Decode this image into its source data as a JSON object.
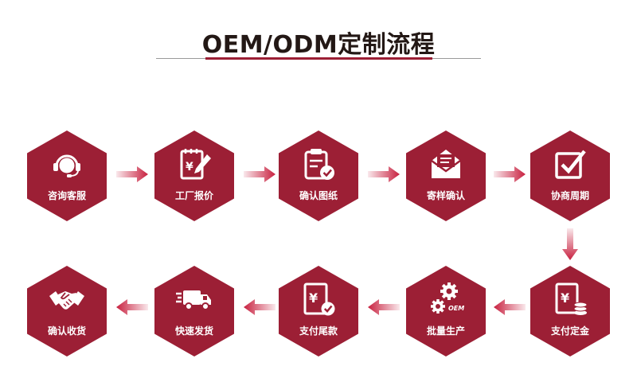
{
  "title": "OEM/ODM定制流程",
  "colors": {
    "hex": "#9c1f35",
    "arrow": "#c8203f",
    "title": "#231815"
  },
  "steps": [
    {
      "label": "咨询客服",
      "icon": "headset-agent-icon"
    },
    {
      "label": "工厂报价",
      "icon": "price-quote-pencil-icon"
    },
    {
      "label": "确认图纸",
      "icon": "clipboard-check-icon"
    },
    {
      "label": "寄样确认",
      "icon": "envelope-icon"
    },
    {
      "label": "协商周期",
      "icon": "checkbox-icon"
    },
    {
      "label": "支付定金",
      "icon": "yen-bill-coins-icon"
    },
    {
      "label": "批量生产",
      "icon": "gears-oem-icon",
      "icon_text": "OEM"
    },
    {
      "label": "支付尾款",
      "icon": "yen-bill-check-icon"
    },
    {
      "label": "快速发货",
      "icon": "delivery-truck-icon"
    },
    {
      "label": "确认收货",
      "icon": "handshake-icon"
    }
  ]
}
